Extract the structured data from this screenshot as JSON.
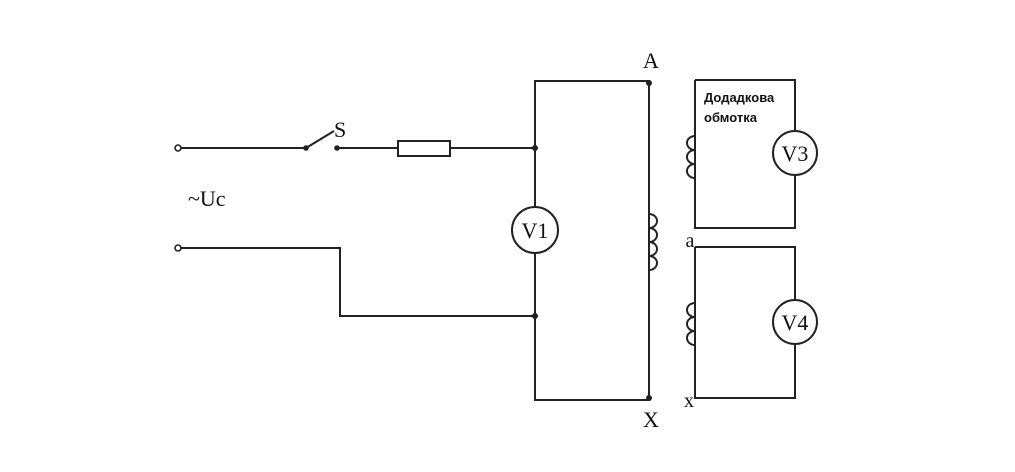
{
  "labels": {
    "source": "~Uc",
    "switch": "S",
    "primary_start": "A",
    "primary_end": "X",
    "secondary_start": "a",
    "secondary_end": "x",
    "extra_winding_line1": "Додадкова",
    "extra_winding_line2": "обмотка"
  },
  "meters": {
    "v1": "V1",
    "v3": "V3",
    "v4": "V4"
  }
}
